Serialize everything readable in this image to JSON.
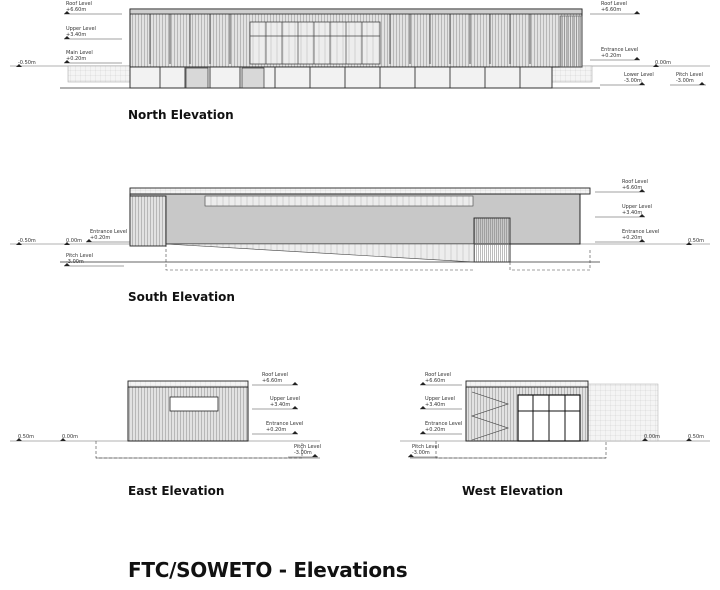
{
  "sheet": {
    "title": "FTC/SOWETO - Elevations"
  },
  "elevations": {
    "north": {
      "title": "North Elevation",
      "levels_left": [
        {
          "name": "Roof Level",
          "value": "+6.60m"
        },
        {
          "name": "Upper Level",
          "value": "+3.40m"
        },
        {
          "name": "Main Level",
          "value": "+0.20m"
        }
      ],
      "levels_right": [
        {
          "name": "Roof Level",
          "value": "+6.60m"
        },
        {
          "name": "Entrance Level",
          "value": "+0.20m"
        },
        {
          "name": "Lower Level",
          "value": "-3.00m"
        },
        {
          "name": "Pitch Level",
          "value": "-3.00m"
        }
      ],
      "ground_left": "-0.50m",
      "ground_right": "0.00m"
    },
    "south": {
      "title": "South Elevation",
      "levels_left": [
        {
          "name": "Entrance Level",
          "value": "+0.20m"
        },
        {
          "name": "Pitch Level",
          "value": "-3.00m"
        }
      ],
      "levels_right": [
        {
          "name": "Roof Level",
          "value": "+6.60m"
        },
        {
          "name": "Upper Level",
          "value": "+3.40m"
        },
        {
          "name": "Entrance Level",
          "value": "+0.20m"
        }
      ],
      "ground_left": "-0.50m",
      "ground_mid": "0.00m",
      "ground_right": "0.50m"
    },
    "east": {
      "title": "East Elevation",
      "levels": [
        {
          "name": "Roof Level",
          "value": "+6.60m"
        },
        {
          "name": "Upper Level",
          "value": "+3.40m"
        },
        {
          "name": "Entrance Level",
          "value": "+0.20m"
        },
        {
          "name": "Pitch Level",
          "value": "-3.00m"
        }
      ],
      "ground_left": "0.50m",
      "ground_mid": "0.00m"
    },
    "west": {
      "title": "West Elevation",
      "levels": [
        {
          "name": "Roof Level",
          "value": "+6.60m"
        },
        {
          "name": "Upper Level",
          "value": "+3.40m"
        },
        {
          "name": "Entrance Level",
          "value": "+0.20m"
        },
        {
          "name": "Pitch Level",
          "value": "-3.00m"
        }
      ],
      "ground_mid": "0.00m",
      "ground_right": "0.50m"
    }
  }
}
